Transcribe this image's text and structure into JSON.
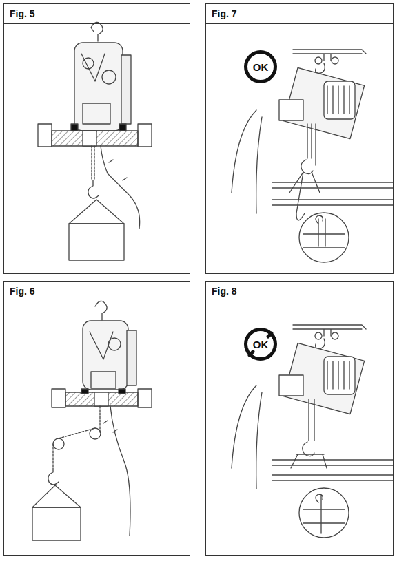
{
  "diagram": {
    "nodes": [
      {
        "text": [
          "Fig. 5"
        ]
      },
      {
        "text": [
          "Fig. 7"
        ]
      },
      {
        "text": [
          "OK"
        ],
        "in": 1
      },
      {
        "text": [
          "Fig. 6"
        ]
      },
      {
        "text": [
          "Fig. 8"
        ]
      },
      {
        "text": [
          "OK"
        ],
        "in": 4
      }
    ]
  }
}
